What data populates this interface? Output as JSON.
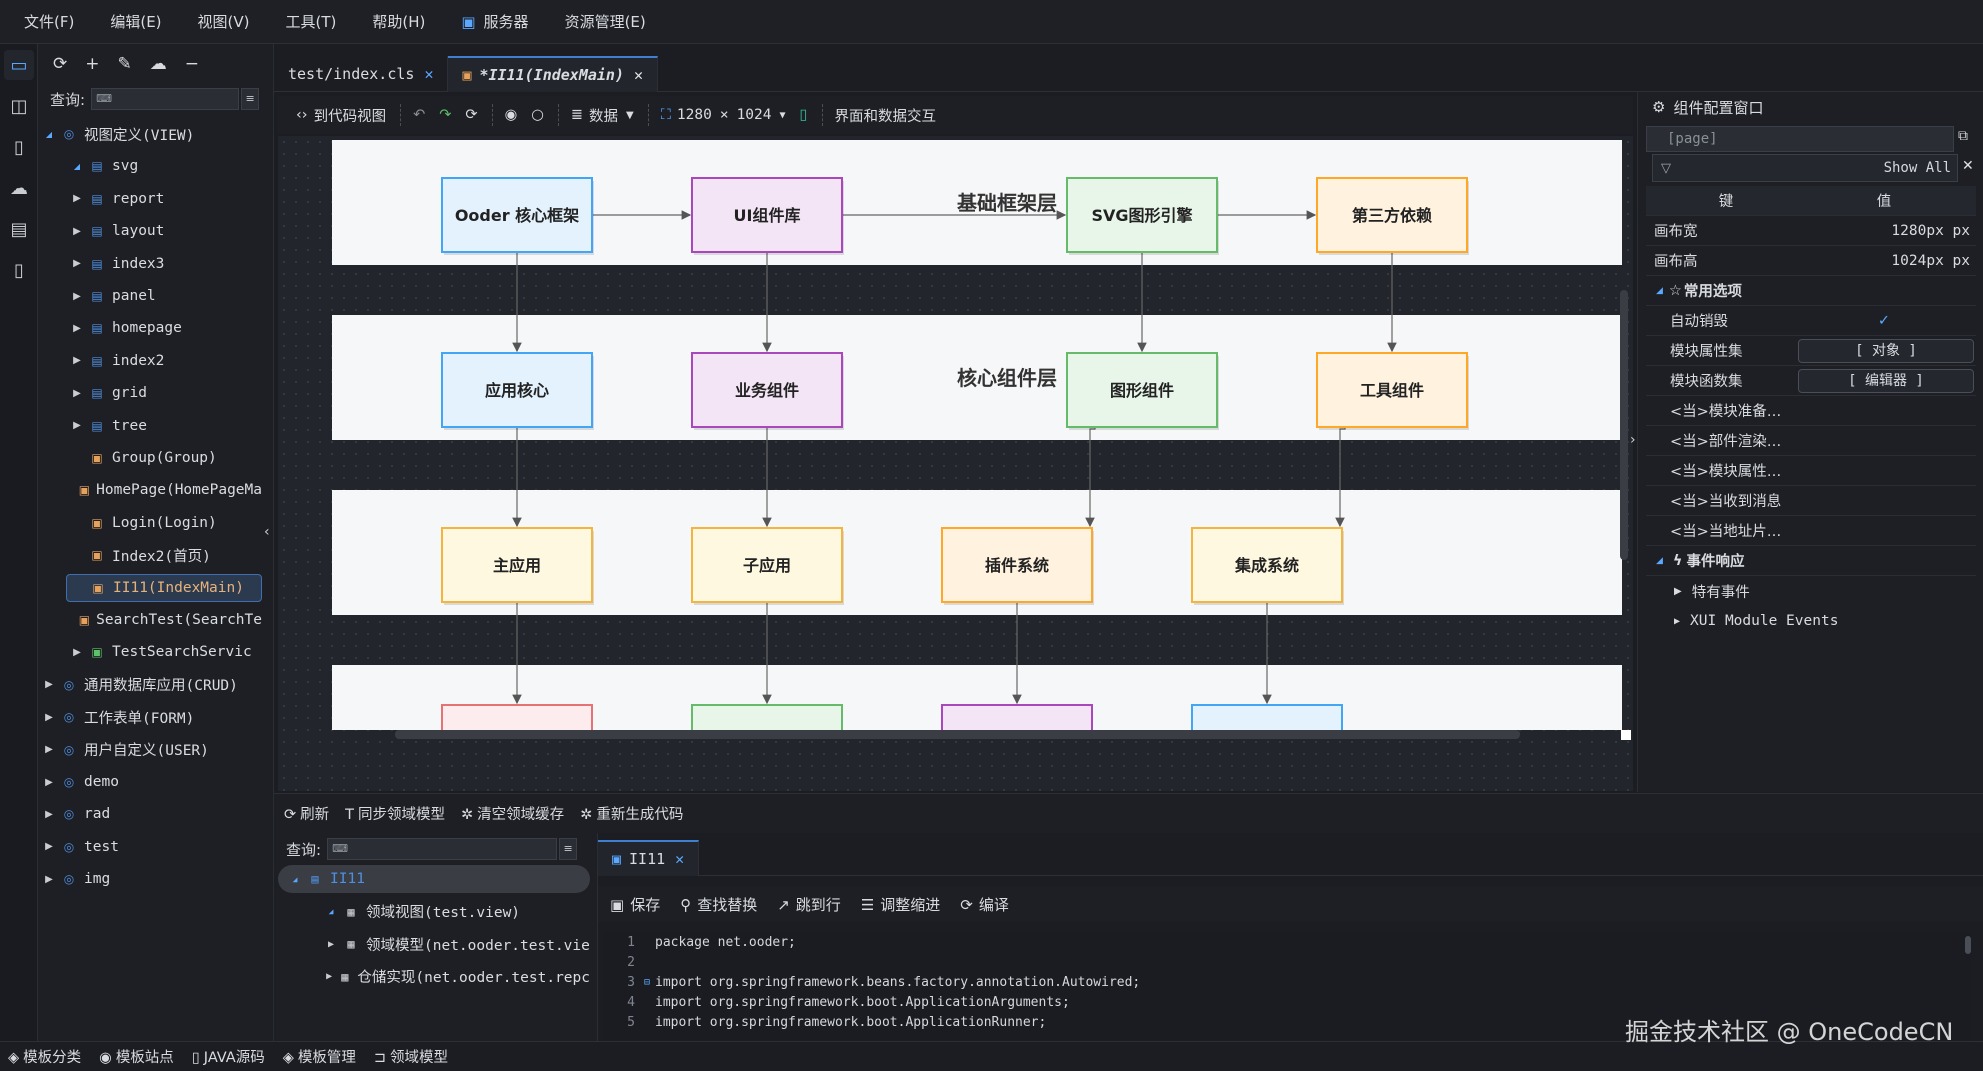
{
  "menu": {
    "items": [
      "文件(F)",
      "编辑(E)",
      "视图(V)",
      "工具(T)",
      "帮助(H)",
      "服务器",
      "资源管理(E)"
    ]
  },
  "left_toolbar_icons": [
    "refresh-icon",
    "plus-icon",
    "edit-icon",
    "cloud-upload-icon",
    "minus-icon"
  ],
  "query": {
    "label": "查询:",
    "placeholder": ""
  },
  "tree": [
    {
      "label": "视图定义(VIEW)",
      "level": 0,
      "expanded": true
    },
    {
      "label": "svg",
      "level": 1,
      "expanded": true
    },
    {
      "label": "report",
      "level": 1
    },
    {
      "label": "layout",
      "level": 1
    },
    {
      "label": "index3",
      "level": 1
    },
    {
      "label": "panel",
      "level": 1
    },
    {
      "label": "homepage",
      "level": 1
    },
    {
      "label": "index2",
      "level": 1
    },
    {
      "label": "grid",
      "level": 1
    },
    {
      "label": "tree",
      "level": 1
    },
    {
      "label": "Group(Group)",
      "level": 1,
      "leaf": true
    },
    {
      "label": "HomePage(HomePageMa",
      "level": 1,
      "leaf": true
    },
    {
      "label": "Login(Login)",
      "level": 1,
      "leaf": true
    },
    {
      "label": "Index2(首页)",
      "level": 1,
      "leaf": true
    },
    {
      "label": "II11(IndexMain)",
      "level": 1,
      "leaf": true,
      "selected": true
    },
    {
      "label": "SearchTest(SearchTe",
      "level": 1,
      "leaf": true
    },
    {
      "label": "TestSearchServic",
      "level": 1
    },
    {
      "label": "通用数据库应用(CRUD)",
      "level": 0
    },
    {
      "label": "工作表单(FORM)",
      "level": 0
    },
    {
      "label": "用户自定义(USER)",
      "level": 0
    },
    {
      "label": "demo",
      "level": 0
    },
    {
      "label": "rad",
      "level": 0
    },
    {
      "label": "test",
      "level": 0
    },
    {
      "label": "img",
      "level": 0
    }
  ],
  "tabs": [
    {
      "label": "test/index.cls",
      "active": false
    },
    {
      "label": "*II11(IndexMain)",
      "active": true
    }
  ],
  "designer": {
    "code_view": "到代码视图",
    "data": "数据",
    "width": "1280",
    "times": "×",
    "height": "1024",
    "interaction": "界面和数据交互"
  },
  "diagram": {
    "layers": [
      {
        "title": "基础框架层",
        "nodes": [
          "Ooder 核心框架",
          "UI组件库",
          "SVG图形引擎",
          "第三方依赖"
        ]
      },
      {
        "title": "核心组件层",
        "nodes": [
          "应用核心",
          "业务组件",
          "图形组件",
          "工具组件"
        ]
      },
      {
        "title": "",
        "nodes": [
          "主应用",
          "子应用",
          "插件系统",
          "集成系统"
        ]
      }
    ]
  },
  "colors": {
    "blue_fill": "#e3f2fd",
    "blue_border": "#42a5f5",
    "purple_fill": "#f3e5f5",
    "purple_border": "#ab47bc",
    "green_fill": "#e8f5e9",
    "green_border": "#66bb6a",
    "orange_fill": "#fff3e0",
    "orange_border": "#ffa726",
    "yellow_fill": "#fff8e1",
    "yellow_border": "#f4b53f",
    "accent": "#3f7fd0"
  },
  "config_panel": {
    "title": "组件配置窗口",
    "page_field": "[page]",
    "show_all": "Show All",
    "col_key": "键",
    "col_val": "值",
    "rows": [
      {
        "key": "画布宽",
        "val": "1280px px"
      },
      {
        "key": "画布高",
        "val": "1024px px"
      }
    ],
    "group_common": "常用选项",
    "common_rows": [
      {
        "key": "自动销毁",
        "val": "✓"
      },
      {
        "key": "模块属性集",
        "btn": "[ 对象 ]"
      },
      {
        "key": "模块函数集",
        "btn": "[ 编辑器 ]"
      },
      {
        "key": "<当>模块准备…"
      },
      {
        "key": "<当>部件渲染…"
      },
      {
        "key": "<当>模块属性…"
      },
      {
        "key": "<当>当收到消息"
      },
      {
        "key": "<当>当地址片…"
      }
    ],
    "group_events": "事件响应",
    "event_rows": [
      "特有事件",
      "XUI Module Events"
    ]
  },
  "bottom_toolbar": [
    "刷新",
    "同步领域模型",
    "清空领域缓存",
    "重新生成代码"
  ],
  "bottom_tree": [
    {
      "label": "II11",
      "level": 0,
      "selected": true
    },
    {
      "label": "领域视图(test.view)",
      "level": 1,
      "expanded": true
    },
    {
      "label": "领域模型(net.ooder.test.vie",
      "level": 1
    },
    {
      "label": "仓储实现(net.ooder.test.repc",
      "level": 1
    }
  ],
  "editor_tab": "II11",
  "editor_tools": [
    "保存",
    "查找替换",
    "跳到行",
    "调整缩进",
    "编译"
  ],
  "code": [
    {
      "n": "1",
      "text": "package net.ooder;"
    },
    {
      "n": "2",
      "text": ""
    },
    {
      "n": "3",
      "text": "import org.springframework.beans.factory.annotation.Autowired;",
      "fold": true
    },
    {
      "n": "4",
      "text": "import org.springframework.boot.ApplicationArguments;"
    },
    {
      "n": "5",
      "text": "import org.springframework.boot.ApplicationRunner;"
    }
  ],
  "status_bar": [
    "模板分类",
    "模板站点",
    "JAVA源码",
    "模板管理",
    "领域模型"
  ],
  "watermark": "掘金技术社区 @ OneCodeCN"
}
